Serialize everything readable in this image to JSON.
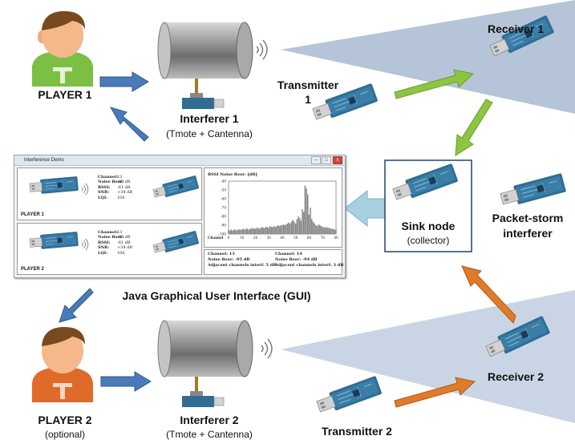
{
  "labels": {
    "player1": "PLAYER 1",
    "player2": "PLAYER 2",
    "player2_note": "(optional)",
    "interferer1": "Interferer 1",
    "interferer1_note": "(Tmote + Cantenna)",
    "interferer2": "Interferer 2",
    "interferer2_note": "(Tmote + Cantenna)",
    "transmitter1_line1": "Transmitter",
    "transmitter1_line2": "1",
    "transmitter2": "Transmitter 2",
    "receiver1": "Receiver 1",
    "receiver2": "Receiver 2",
    "sink": "Sink node",
    "sink_note": "(collector)",
    "storm_line1": "Packet-storm",
    "storm_line2": "interferer",
    "gui_caption": "Java Graphical User Interface (GUI)"
  },
  "gui": {
    "window_title": "Interference Demo",
    "controls": [
      "–",
      "□",
      "x"
    ],
    "player1_panel": {
      "title": "PLAYER 1",
      "rows": [
        {
          "key": "Channel:",
          "value": "13"
        },
        {
          "key": "Noise floor:",
          "value": "-95 dB"
        },
        {
          "key": "RSSI:",
          "value": "-61 dB"
        },
        {
          "key": "SNR:",
          "value": "+34 dB"
        },
        {
          "key": "LQI:",
          "value": "106"
        }
      ]
    },
    "player2_panel": {
      "title": "PLAYER 2",
      "rows": [
        {
          "key": "Channel:",
          "value": "13"
        },
        {
          "key": "Noise floor:",
          "value": "-95 dB"
        },
        {
          "key": "RSSI:",
          "value": "-61 dB"
        },
        {
          "key": "SNR:",
          "value": "+34 dB"
        },
        {
          "key": "LQI:",
          "value": "106"
        }
      ]
    },
    "spectrum_title": "RSSI Noise floor: [dB]",
    "footer_left": [
      "Channel: 13",
      "Noise floor: -95 dB",
      "Adjacent channels interf: 5 dB"
    ],
    "footer_right": [
      "Channel: 14",
      "Noise floor: -94 dB",
      "Adjacent channels interf: 3 dB"
    ]
  },
  "chart_data": {
    "type": "bar",
    "title": "RSSI Noise floor: [dB]",
    "xlabel": "Channel",
    "ylabel": "",
    "xlim": [
      0,
      80
    ],
    "ylim": [
      -100,
      -40
    ],
    "xticks": [
      0,
      10,
      20,
      30,
      40,
      50,
      60,
      70,
      80
    ],
    "yticks": [
      -40,
      -50,
      -60,
      -70,
      -80,
      -90,
      -100
    ],
    "x": [
      0,
      1,
      2,
      3,
      4,
      5,
      6,
      7,
      8,
      9,
      10,
      11,
      12,
      13,
      14,
      15,
      16,
      17,
      18,
      19,
      20,
      21,
      22,
      23,
      24,
      25,
      26,
      27,
      28,
      29,
      30,
      31,
      32,
      33,
      34,
      35,
      36,
      37,
      38,
      39,
      40,
      41,
      42,
      43,
      44,
      45,
      46,
      47,
      48,
      49,
      50,
      51,
      52,
      53,
      54,
      55,
      56,
      57,
      58,
      59,
      60,
      61,
      62,
      63,
      64,
      65,
      66,
      67,
      68,
      69,
      70,
      71,
      72,
      73,
      74,
      75,
      76,
      77,
      78,
      79,
      80
    ],
    "values": [
      -96,
      -96,
      -95,
      -96,
      -95,
      -95,
      -96,
      -95,
      -95,
      -95,
      -95,
      -94,
      -95,
      -94,
      -94,
      -95,
      -94,
      -94,
      -93,
      -94,
      -94,
      -93,
      -93,
      -94,
      -93,
      -92,
      -93,
      -93,
      -92,
      -92,
      -93,
      -91,
      -92,
      -92,
      -91,
      -92,
      -91,
      -90,
      -91,
      -90,
      -90,
      -89,
      -90,
      -89,
      -88,
      -87,
      -88,
      -86,
      -84,
      -86,
      -88,
      -83,
      -80,
      -82,
      -85,
      -72,
      -75,
      -45,
      -48,
      -55,
      -78,
      -70,
      -83,
      -86,
      -88,
      -90,
      -91,
      -89,
      -90,
      -91,
      -92,
      -92,
      -93,
      -92,
      -93,
      -93,
      -94,
      -94,
      -94,
      -95,
      -95
    ]
  },
  "colors": {
    "blue_arrow": "#4a7ab8",
    "green_arrow": "#8cc540",
    "orange_arrow": "#e07b2a",
    "sink_arrow": "#a8cfe0",
    "beam": "#b5c4d8",
    "mote_pcb": "#2f6d93",
    "usb": "#c9c9c9",
    "player1_shirt": "#7cc043",
    "player2_shirt": "#e06a2a",
    "hair": "#7a4a1f",
    "skin": "#f4b88a"
  },
  "icons": [
    "player-avatar-icon",
    "cantenna-icon",
    "mote-icon",
    "wireless-signal-icon"
  ]
}
